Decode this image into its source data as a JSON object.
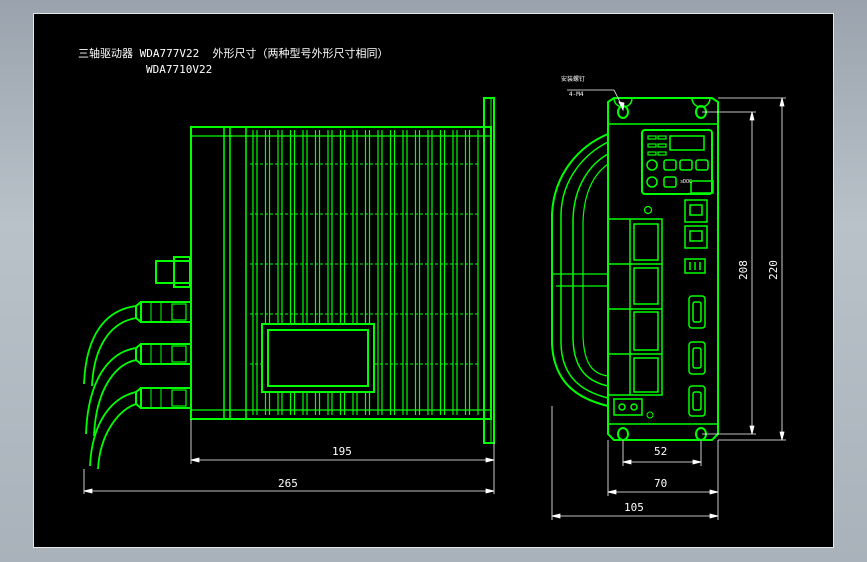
{
  "title": {
    "line1": "三轴驱动器 WDA777V22  外形尺寸（两种型号外形尺寸相同）",
    "line2": "WDA7710V22"
  },
  "dimensions": {
    "d195": "195",
    "d265": "265",
    "d52": "52",
    "d70": "70",
    "d105": "105",
    "d208": "208",
    "d220": "220"
  },
  "callout": {
    "hole_label": "安装螺钉",
    "hole_spec": "4-M4"
  },
  "panel": {
    "brand": "ɜDOC"
  },
  "colors": {
    "background": "#000000",
    "outline": "#00ff00",
    "dimension": "#ffffff"
  }
}
